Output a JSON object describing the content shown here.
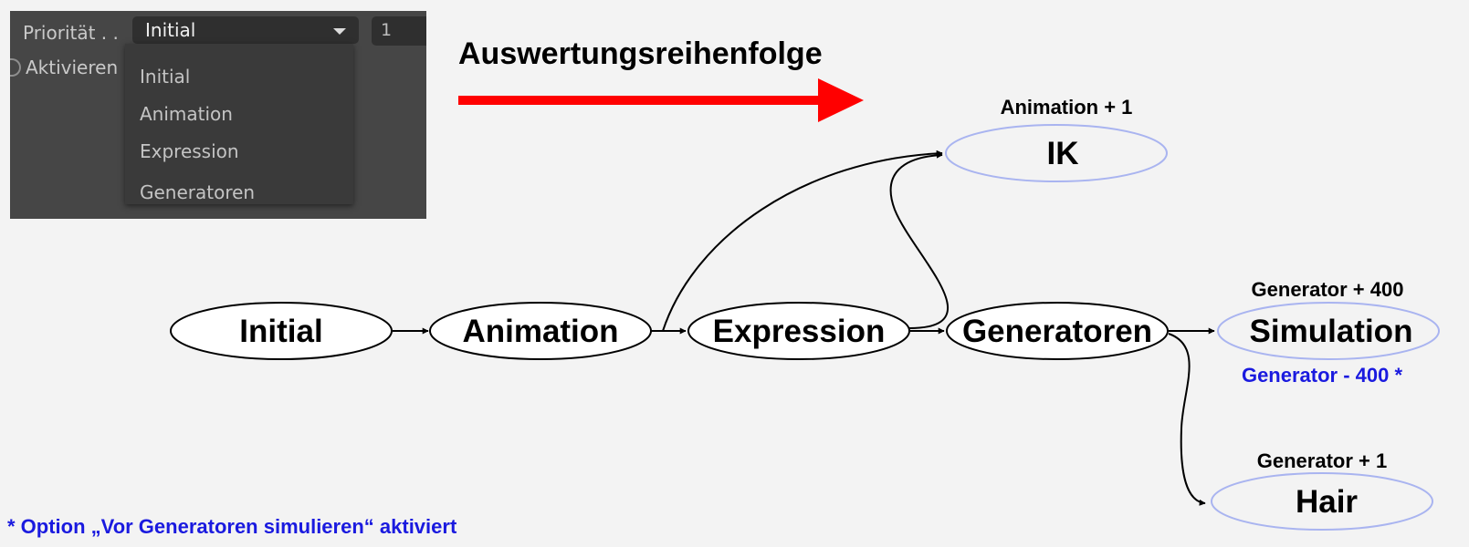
{
  "ui_panel": {
    "priority_label": "Priorität . .",
    "priority_selected": "Initial",
    "priority_number": "1",
    "activate_label": "Aktivieren",
    "menu_items": [
      "Initial",
      "Animation",
      "Expression",
      "Generatoren"
    ]
  },
  "diagram": {
    "title": "Auswertungsreihenfolge",
    "nodes": {
      "initial": "Initial",
      "animation": "Animation",
      "expression": "Expression",
      "generatoren": "Generatoren",
      "ik": "IK",
      "simulation": "Simulation",
      "hair": "Hair"
    },
    "annotations": {
      "ik": "Animation + 1",
      "simulation_top": "Generator + 400",
      "simulation_bottom": "Generator - 400 *",
      "hair": "Generator + 1"
    },
    "footnote": "* Option „Vor Generatoren simulieren“ aktiviert"
  },
  "colors": {
    "arrow_red": "#ff0000",
    "node_stroke_black": "#000000",
    "node_stroke_blue": "#a9b4f0",
    "annotation_blue": "#1a1adf",
    "panel_bg": "#464646"
  }
}
